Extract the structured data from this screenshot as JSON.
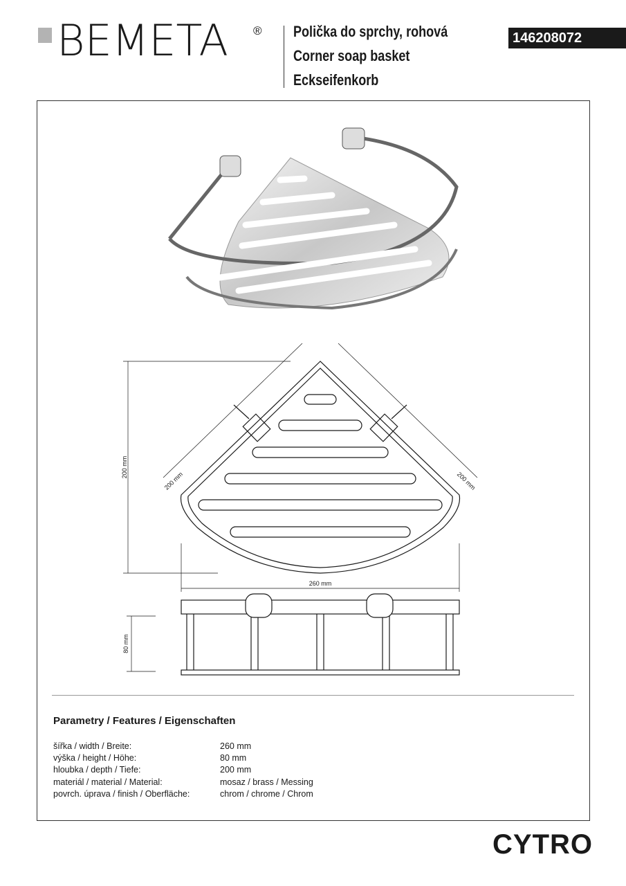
{
  "header": {
    "brand_logo": "BEMETA",
    "registered_mark": "®",
    "titles": [
      "Polička do sprchy, rohová",
      "Corner soap basket",
      "Eckseifenkorb"
    ],
    "product_code": "146208072"
  },
  "drawing": {
    "dimensions": {
      "depth_vertical": "200 mm",
      "side_left": "200 mm",
      "side_right": "200 mm",
      "width": "260 mm",
      "height": "80 mm"
    }
  },
  "features": {
    "title": "Parametry / Features / Eigenschaften",
    "rows": [
      {
        "label": "šířka / width / Breite:",
        "value": "260 mm"
      },
      {
        "label": "výška / height / Höhe:",
        "value": "80 mm"
      },
      {
        "label": "hloubka / depth / Tiefe:",
        "value": "200 mm"
      },
      {
        "label": "materiál / material / Material:",
        "value": "mosaz / brass / Messing"
      },
      {
        "label": "povrch. úprava / finish / Oberfläche:",
        "value": "chrom / chrome / Chrom"
      }
    ]
  },
  "footer": {
    "series": "CYTRO"
  },
  "colors": {
    "text": "#1a1a1a",
    "logo_square": "#b3b3b3",
    "code_bg": "#1a1a1a",
    "code_text": "#ffffff"
  }
}
